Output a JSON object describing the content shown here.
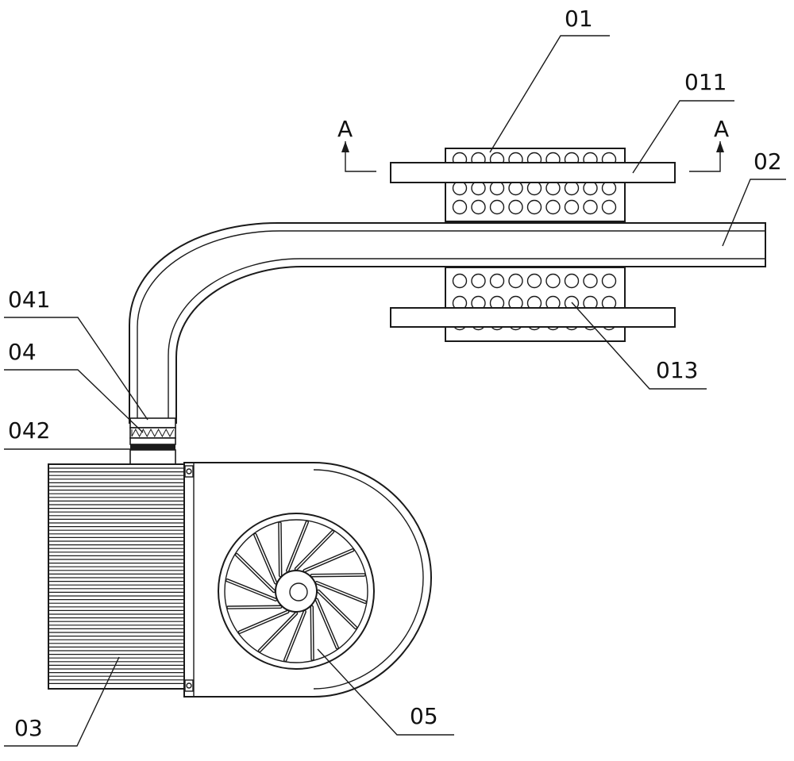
{
  "section_marks": {
    "left": "A",
    "right": "A"
  },
  "labels": {
    "heat_exchanger": "01",
    "fin_plate": "011",
    "heat_pipe": "02",
    "tube_hole": "013",
    "connector_top": "041",
    "connector": "04",
    "connector_bottom": "042",
    "heat_sink": "03",
    "fan": "05"
  },
  "colors": {
    "line": "#1a1a1a",
    "background": "#ffffff"
  }
}
